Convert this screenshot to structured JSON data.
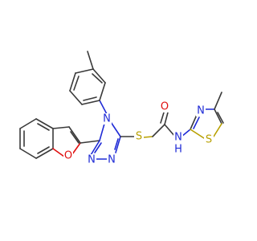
{
  "molecule": {
    "atoms": {
      "O_furan": {
        "text": "O",
        "color": "#e01010"
      },
      "N_triazole_top": {
        "text": "N",
        "color": "#1f2bd6"
      },
      "N_triazole_bl": {
        "text": "N",
        "color": "#1f2bd6"
      },
      "N_triazole_br": {
        "text": "N",
        "color": "#1f2bd6"
      },
      "S_thioether": {
        "text": "S",
        "color": "#b8a000"
      },
      "O_carbonyl": {
        "text": "O",
        "color": "#e01010"
      },
      "N_amide": {
        "text": "N",
        "color": "#1f2bd6"
      },
      "H_amide": {
        "text": "H",
        "color": "#1f2bd6"
      },
      "N_thiazole": {
        "text": "N",
        "color": "#1f2bd6"
      },
      "S_thiazole": {
        "text": "S",
        "color": "#b8a000"
      }
    }
  }
}
